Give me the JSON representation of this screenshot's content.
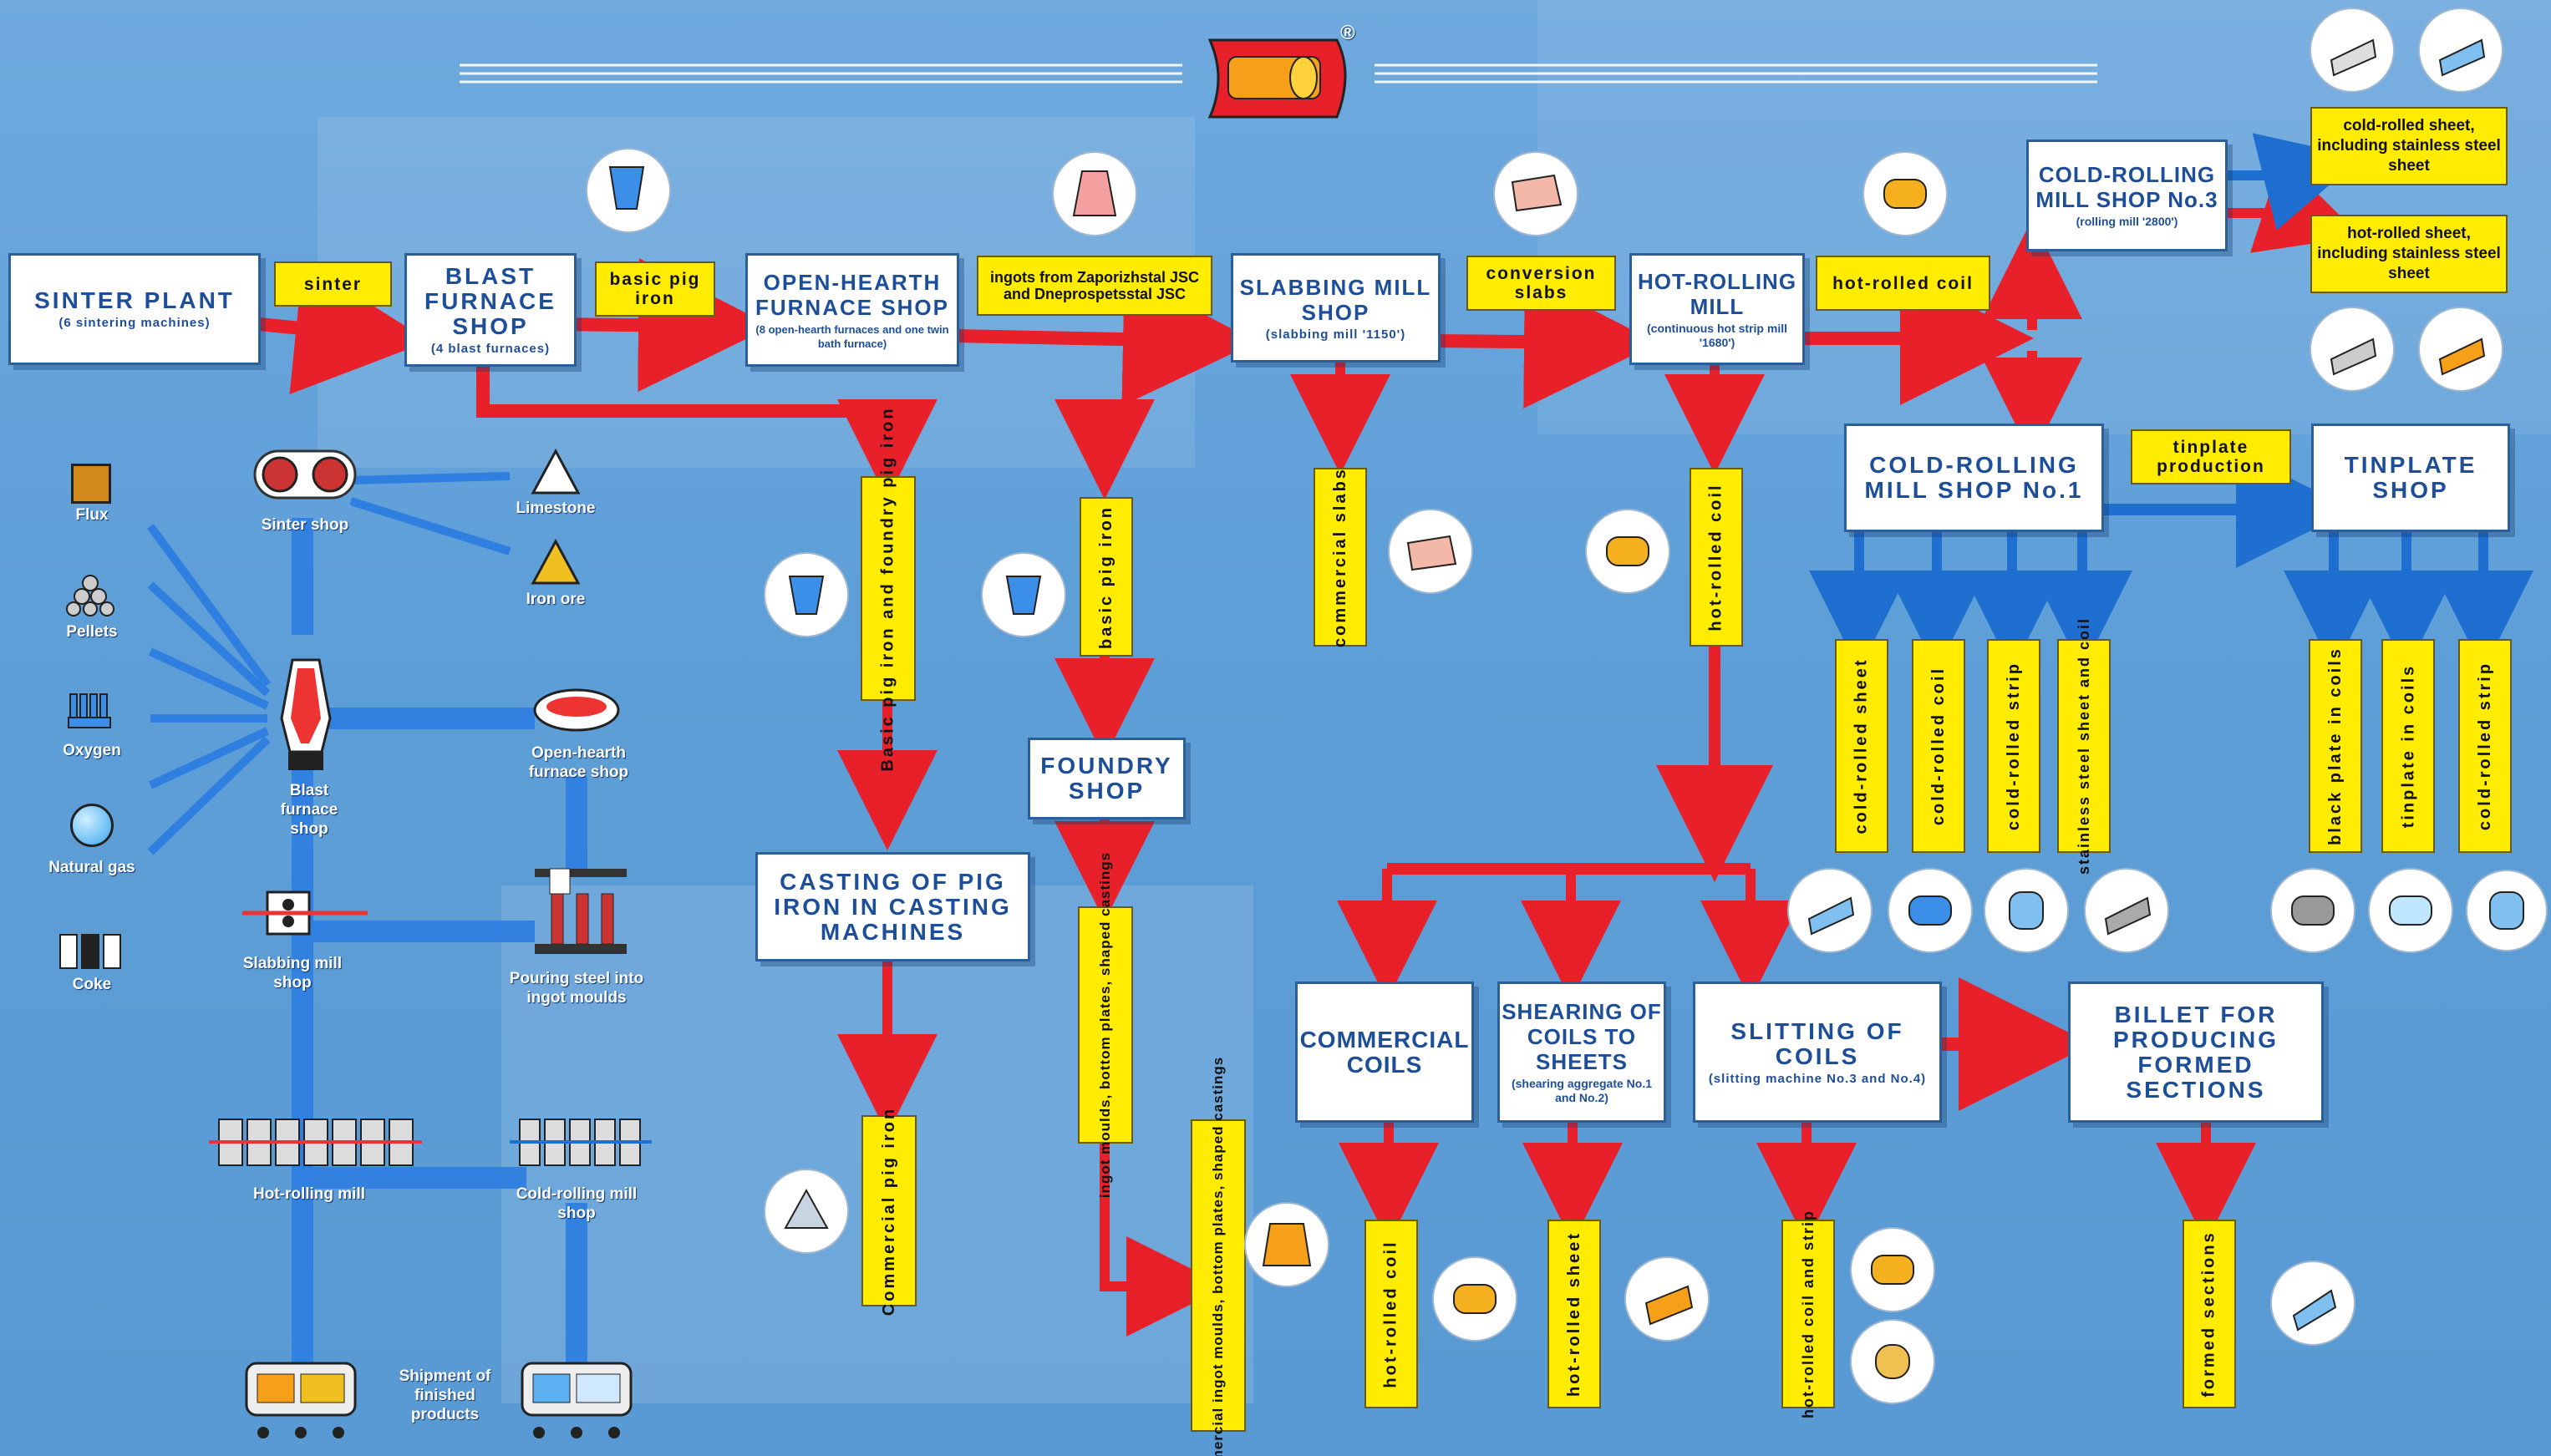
{
  "colors": {
    "background": "#5f9fd8",
    "flow_red": "#e8202a",
    "flow_blue": "#1e6fd0",
    "box_yellow": "#ffec00",
    "box_border": "#2a5f9a",
    "title_blue": "#1d4e9a"
  },
  "logo": {
    "icon": "steel-coil-logo",
    "registered": "®"
  },
  "boxes": {
    "sinter_plant": {
      "title": "SINTER PLANT",
      "sub": "(6 sintering machines)"
    },
    "blast_furnace": {
      "title": "BLAST FURNACE SHOP",
      "sub": "(4 blast furnaces)"
    },
    "open_hearth": {
      "title": "OPEN-HEARTH FURNACE SHOP",
      "sub": "(8 open-hearth furnaces and one twin bath furnace)"
    },
    "slabbing": {
      "title": "SLABBING MILL SHOP",
      "sub": "(slabbing mill '1150')"
    },
    "hot_rolling": {
      "title": "HOT-ROLLING MILL",
      "sub": "(continuous hot strip mill '1680')"
    },
    "cold3": {
      "title": "COLD-ROLLING MILL SHOP No.3",
      "sub": "(rolling mill '2800')"
    },
    "cold1": {
      "title": "COLD-ROLLING MILL SHOP No.1"
    },
    "tinplate": {
      "title": "TINPLATE SHOP"
    },
    "foundry": {
      "title": "FOUNDRY SHOP"
    },
    "casting": {
      "title": "CASTING OF PIG IRON IN CASTING MACHINES"
    },
    "commercial_coils": {
      "title": "COMMERCIAL COILS"
    },
    "shearing": {
      "title": "SHEARING OF COILS TO SHEETS",
      "sub": "(shearing aggregate No.1 and No.2)"
    },
    "slitting": {
      "title": "SLITTING OF COILS",
      "sub": "(slitting machine No.3 and No.4)"
    },
    "billet": {
      "title": "BILLET FOR PRODUCING FORMED SECTIONS"
    }
  },
  "labels_h": {
    "sinter": "sinter",
    "basic_pig": "basic pig iron",
    "ingots": "ingots from Zaporizhstal JSC and Dneprospetsstal JSC",
    "conversion": "conversion slabs",
    "hot_rolled_coil": "hot-rolled coil",
    "tinplate_prod": "tinplate production",
    "cr_sheet": "cold-rolled sheet, including stainless steel sheet",
    "hr_sheet": "hot-rolled sheet, including stainless steel sheet"
  },
  "labels_v": {
    "basic_foundry": "Basic pig iron and foundry pig iron",
    "basic_pig": "basic pig iron",
    "comm_slabs": "commercial slabs",
    "hr_coil_mid": "hot-rolled coil",
    "cr_sheet": "cold-rolled sheet",
    "cr_coil": "cold-rolled coil",
    "cr_strip": "cold-rolled strip",
    "stainless": "stainless steel sheet and coil",
    "black_plate": "black plate in coils",
    "tin_coils": "tinplate in coils",
    "cr_strip2": "cold-rolled strip",
    "ingot_moulds": "ingot moulds, bottom plates, shaped castings",
    "comm_ingot": "commercial ingot moulds, bottom plates, shaped castings",
    "comm_pig": "Commercial pig iron",
    "hr_coil_bottom": "hot-rolled coil",
    "hr_sheet_bottom": "hot-rolled sheet",
    "hr_coil_strip": "hot-rolled coil and strip",
    "formed": "formed sections"
  },
  "legend": [
    {
      "label": "Flux",
      "icon": "flux-icon"
    },
    {
      "label": "Pellets",
      "icon": "pellets-icon"
    },
    {
      "label": "Oxygen",
      "icon": "oxygen-icon"
    },
    {
      "label": "Natural gas",
      "icon": "natural-gas-icon"
    },
    {
      "label": "Coke",
      "icon": "coke-icon"
    }
  ],
  "schematic": {
    "limestone": "Limestone",
    "iron_ore": "Iron ore",
    "sinter_shop": "Sinter shop",
    "blast_furnace_shop": "Blast furnace shop",
    "open_hearth_shop": "Open-hearth furnace shop",
    "pouring": "Pouring steel into ingot moulds",
    "slabbing_shop": "Slabbing mill shop",
    "hot_rolling": "Hot-rolling mill",
    "cold_rolling": "Cold-rolling mill shop",
    "shipment": "Shipment of finished products"
  }
}
